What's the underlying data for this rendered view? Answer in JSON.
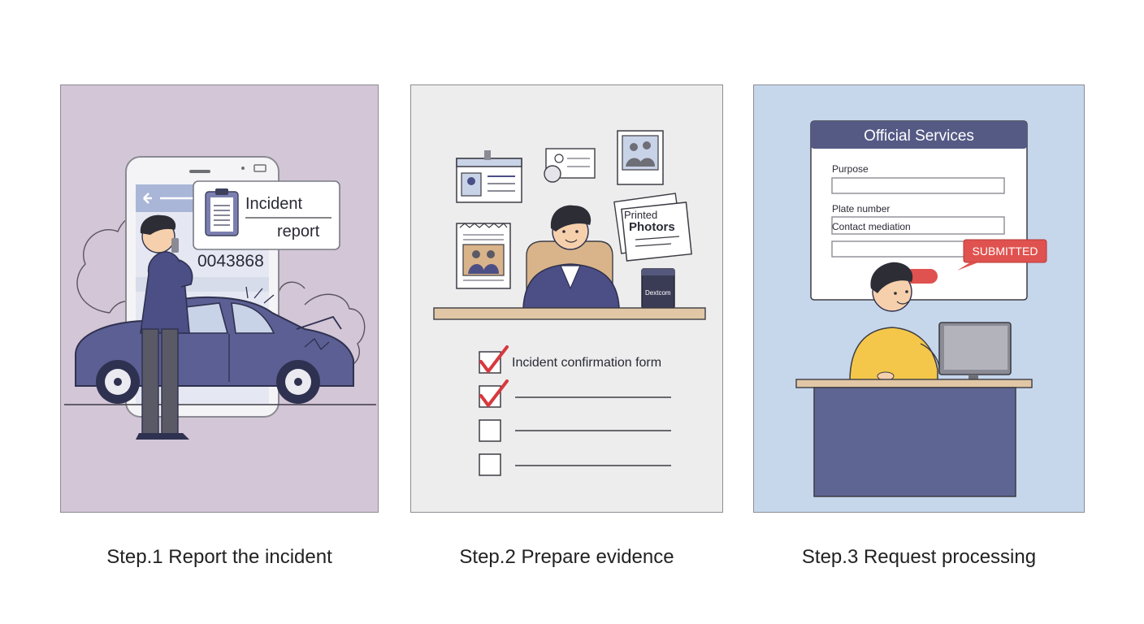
{
  "steps": [
    {
      "caption": "Step.1 Report the incident",
      "report_card": {
        "line1": "Incident",
        "line2": "report"
      },
      "phone_number": "0043868"
    },
    {
      "caption": "Step.2 Prepare evidence",
      "photos_card": {
        "line1": "Printed",
        "line2": "Photors"
      },
      "device_label": "Dextcom",
      "checklist": [
        {
          "label": "Incident confirmation form",
          "checked": true
        },
        {
          "label": "",
          "checked": true
        },
        {
          "label": "",
          "checked": false
        },
        {
          "label": "",
          "checked": false
        }
      ]
    },
    {
      "caption": "Step.3 Request processing",
      "form": {
        "title": "Official Services",
        "fields": [
          "Purpose",
          "Plate number",
          "Contact mediation"
        ],
        "badge": "SUBMITTED"
      }
    }
  ],
  "colors": {
    "panel1_bg": "#d3c6d6",
    "panel2_bg": "#ededee",
    "panel3_bg": "#c6d7ec",
    "navy": "#555a85",
    "desk": "#e1c7a6",
    "check_red": "#d8383d",
    "badge_red": "#e0524f",
    "shirt_yellow": "#f4c74a"
  }
}
